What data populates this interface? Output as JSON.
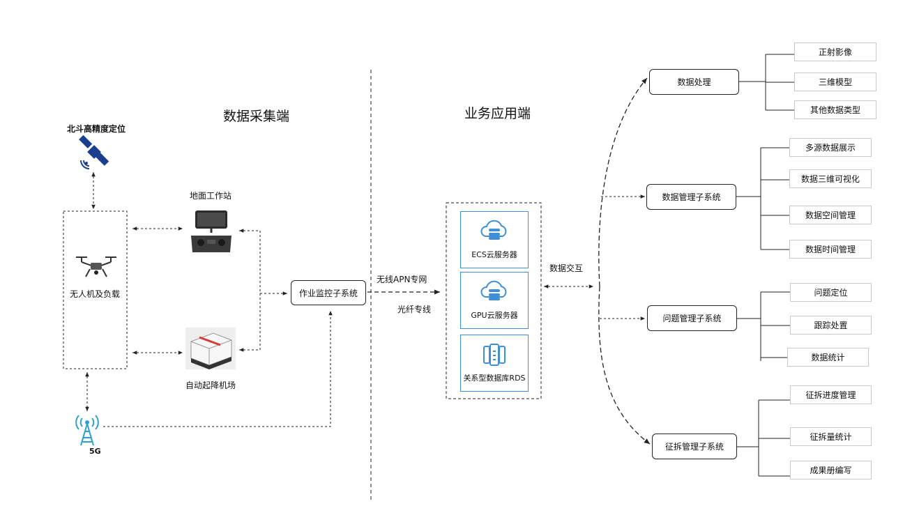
{
  "headings": {
    "left": "数据采集端",
    "right": "业务应用端"
  },
  "collection": {
    "beidou": "北斗高精度定位",
    "ground_station": "地面工作站",
    "drone": "无人机及负载",
    "airport": "自动起降机场",
    "fiveg": "5G",
    "monitor": "作业监控子系统"
  },
  "links": {
    "wireless": "无线APN专网",
    "fiber": "光纤专线",
    "exchange": "数据交互"
  },
  "servers": [
    {
      "label": "ECS云服务器",
      "icon": "cloud-server-icon"
    },
    {
      "label": "GPU云服务器",
      "icon": "cloud-server-icon"
    },
    {
      "label": "关系型数据库RDS",
      "icon": "database-icon"
    }
  ],
  "subsystems": [
    {
      "label": "数据处理",
      "children": [
        "正射影像",
        "三维模型",
        "其他数据类型"
      ]
    },
    {
      "label": "数据管理子系统",
      "children": [
        "多源数据展示",
        "数据三维可视化",
        "数据空间管理",
        "数据时间管理"
      ]
    },
    {
      "label": "问题管理子系统",
      "children": [
        "问题定位",
        "跟踪处置",
        "数据统计"
      ]
    },
    {
      "label": "征拆管理子系统",
      "children": [
        "征拆进度管理",
        "征拆量统计",
        "成果册编写"
      ]
    }
  ],
  "colors": {
    "accent_blue": "#3d8fd9",
    "satellite_blue": "#1b3f8f",
    "tower_blue": "#2a9fd8"
  }
}
